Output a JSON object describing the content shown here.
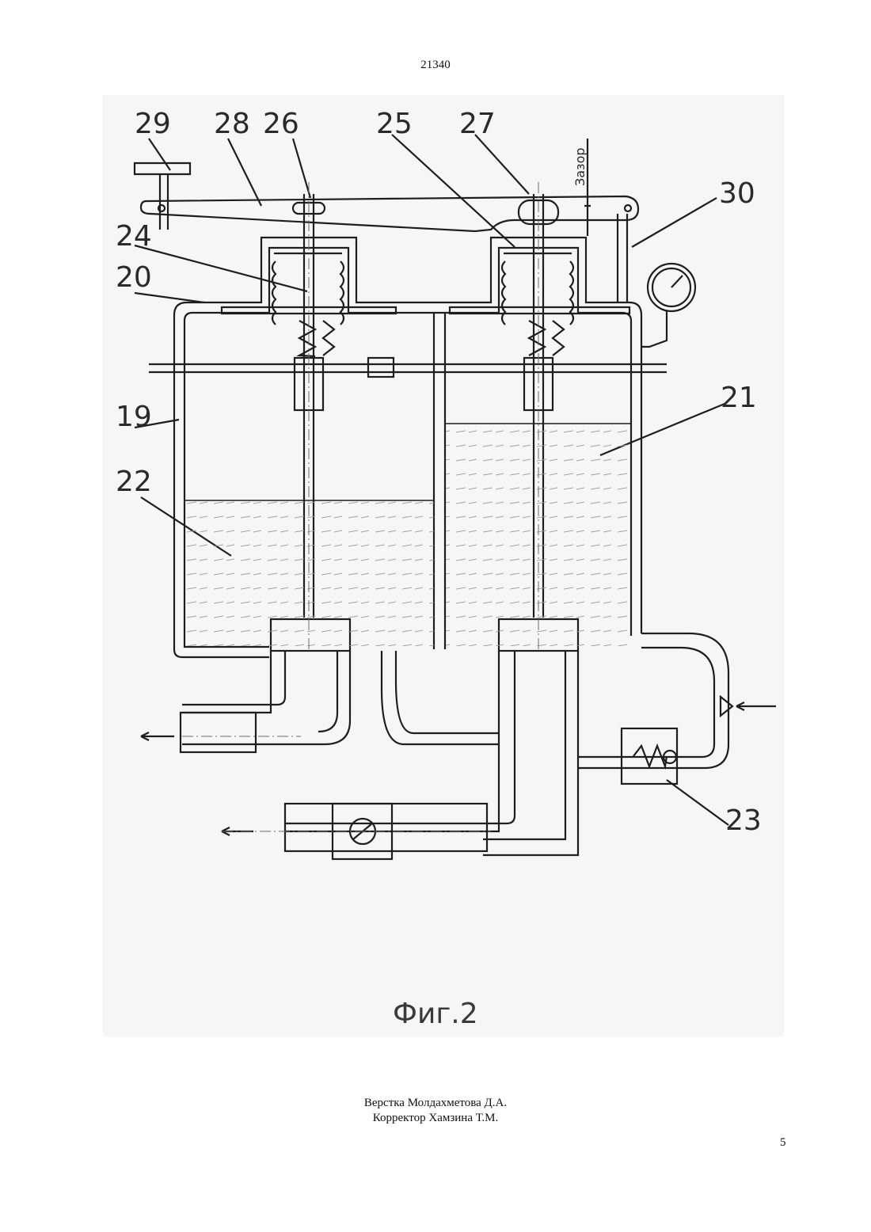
{
  "header": {
    "patent_number": "21340"
  },
  "figure": {
    "caption": "Фиг.2",
    "gap_label": "Зазор",
    "labels": [
      "29",
      "28",
      "26",
      "25",
      "27",
      "30",
      "24",
      "20",
      "19",
      "21",
      "22",
      "23"
    ]
  },
  "footer": {
    "layout_credit": "Верстка Молдахметова Д.А.",
    "proof_credit": "Корректор Хамзина Т.М.",
    "page_number": "5"
  }
}
